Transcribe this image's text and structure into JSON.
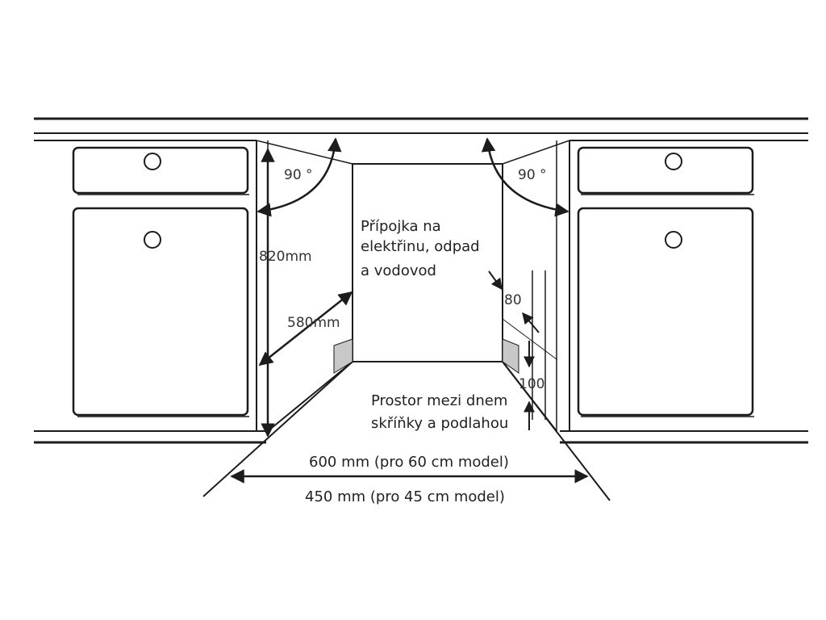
{
  "labels": {
    "angle_left": "90 °",
    "angle_right": "90 °",
    "height": "820mm",
    "depth": "580mm",
    "connection_line1": "Přípojka na",
    "connection_line2": "elektřinu, odpad",
    "connection_line3": "a vodovod",
    "dim_80": "80",
    "dim_100": "100",
    "gap_line1": "Prostor mezi dnem",
    "gap_line2": "skříňky a podlahou",
    "width_60": "600 mm (pro 60 cm model)",
    "width_45": "450 mm (pro 45 cm model)"
  },
  "colors": {
    "line": "#1c1c1c",
    "plate_fill": "#c8c8c8",
    "background": "#ffffff"
  }
}
